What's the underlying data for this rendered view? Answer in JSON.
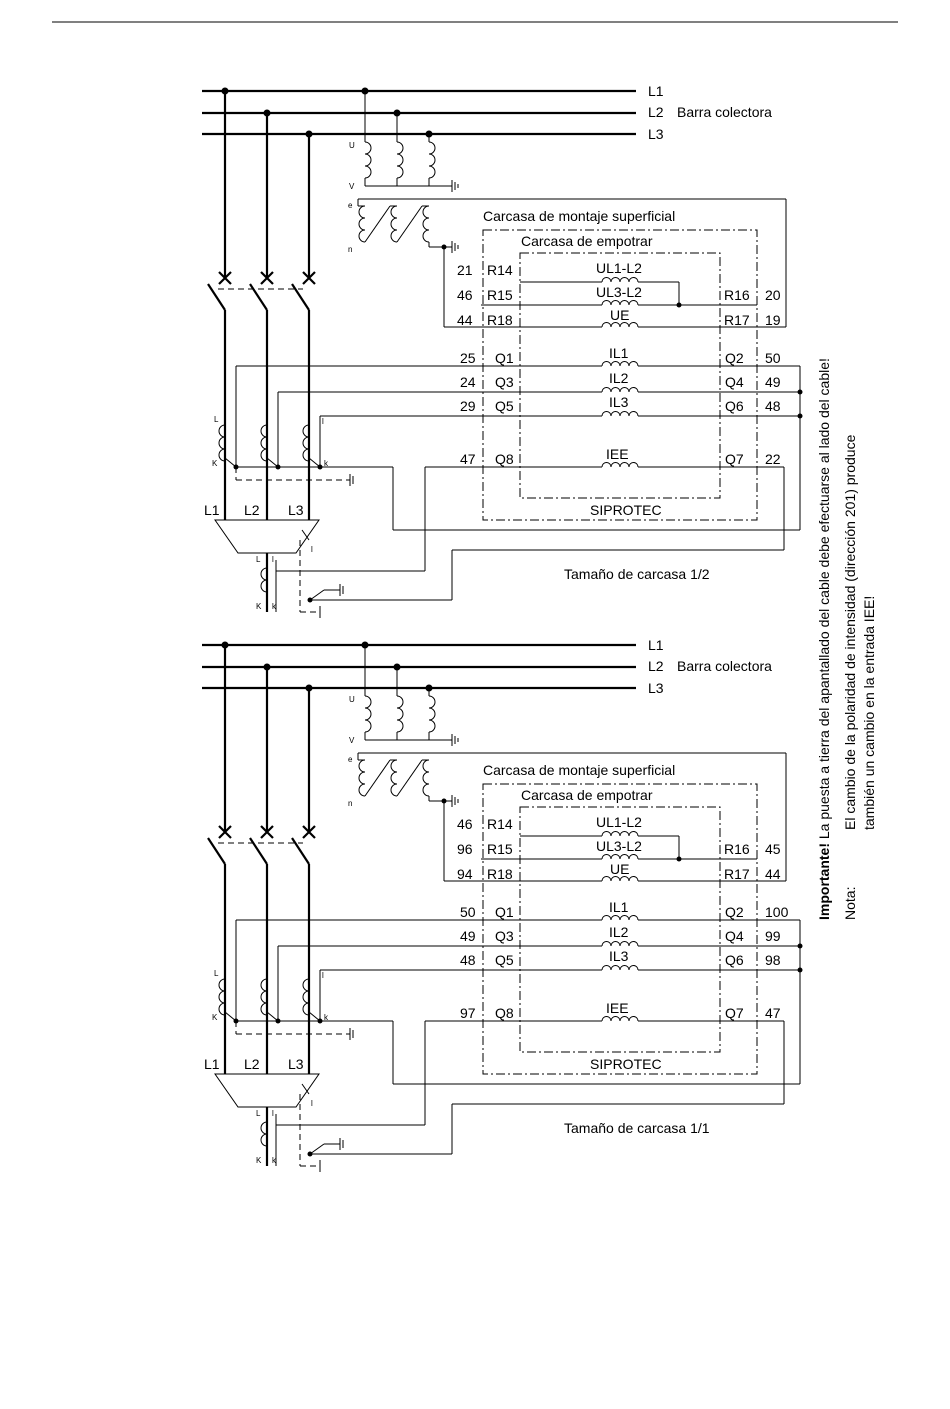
{
  "busbar": {
    "l1": "L1",
    "l2": "L2",
    "l3": "L3",
    "label": "Barra colectora"
  },
  "vt_terms": {
    "u": "U",
    "v": "V",
    "e": "e",
    "n": "n"
  },
  "housing": {
    "surface": "Carcasa de montaje superficial",
    "flush": "Carcasa de empotrar",
    "device": "SIPROTEC"
  },
  "labels": {
    "r14": "R14",
    "r15": "R15",
    "r18": "R18",
    "r16": "R16",
    "r17": "R17",
    "q1": "Q1",
    "q3": "Q3",
    "q5": "Q5",
    "q8": "Q8",
    "q2": "Q2",
    "q4": "Q4",
    "q6": "Q6",
    "q7": "Q7",
    "ul1l2": "UL1-L2",
    "ul3l2": "UL3-L2",
    "ue": "UE",
    "il1": "IL1",
    "il2": "IL2",
    "il3": "IL3",
    "iee": "IEE",
    "ct_l": "L",
    "ct_k": "K",
    "ct_lo": "l",
    "ct_ko": "k",
    "ph1": "L1",
    "ph2": "L2",
    "ph3": "L3"
  },
  "diagrams": [
    {
      "size": "Tamaño de carcasa 1/2",
      "terms": {
        "r14": "21",
        "r15": "46",
        "r18": "44",
        "r16": "20",
        "r17": "19",
        "q1": "25",
        "q3": "24",
        "q5": "29",
        "q8": "47",
        "q2": "50",
        "q4": "49",
        "q6": "48",
        "q7": "22"
      }
    },
    {
      "size": "Tamaño de carcasa 1/1",
      "terms": {
        "r14": "46",
        "r15": "96",
        "r18": "94",
        "r16": "45",
        "r17": "44",
        "q1": "50",
        "q3": "49",
        "q5": "48",
        "q8": "97",
        "q2": "100",
        "q4": "99",
        "q6": "98",
        "q7": "47"
      }
    }
  ],
  "notes": {
    "important_prefix": "Importante!",
    "important_text": " La puesta a tierra del apantallado del cable debe efectuarse al lado del cable!",
    "note_label": "Nota:",
    "note_line1": "El cambio de la polaridad de intensidad (dirección 201) produce",
    "note_line2": "también un cambio en la entrada IEE!"
  }
}
